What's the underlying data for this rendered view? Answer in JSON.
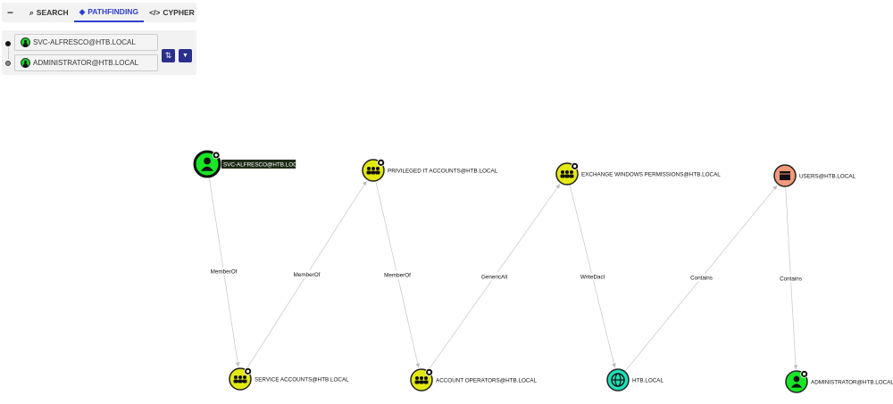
{
  "tabs": {
    "collapse": "−",
    "search": "SEARCH",
    "pathfinding": "PATHFINDING",
    "cypher": "CYPHER"
  },
  "pathfinding": {
    "source": "SVC-ALFRESCO@HTB.LOCAL",
    "target": "ADMINISTRATOR@HTB.LOCAL",
    "swap_icon": "⇅",
    "filter_icon": "▼"
  },
  "colors": {
    "user": "#17e625",
    "group": "#e3e80f",
    "domain": "#1fe0b8",
    "ou": "#f2997a",
    "accent": "#2f3fd0"
  },
  "graph": {
    "nodes": [
      {
        "id": "svc",
        "label": "SVC-ALFRESCO@HTB.LOCAL",
        "type": "user",
        "selected": true,
        "owned": true
      },
      {
        "id": "priv",
        "label": "PRIVILEGED IT ACCOUNTS@HTB.LOCAL",
        "type": "group",
        "owned": true
      },
      {
        "id": "exch",
        "label": "EXCHANGE WINDOWS PERMISSIONS@HTB.LOCAL",
        "type": "group",
        "owned": true
      },
      {
        "id": "users",
        "label": "USERS@HTB.LOCAL",
        "type": "ou",
        "owned": false
      },
      {
        "id": "svcacc",
        "label": "SERVICE ACCOUNTS@HTB.LOCAL",
        "type": "group",
        "owned": true
      },
      {
        "id": "accop",
        "label": "ACCOUNT OPERATORS@HTB.LOCAL",
        "type": "group",
        "owned": true
      },
      {
        "id": "htb",
        "label": "HTB.LOCAL",
        "type": "domain",
        "owned": false
      },
      {
        "id": "admin",
        "label": "ADMINISTRATOR@HTB.LOCAL",
        "type": "user",
        "owned": true
      }
    ],
    "edges": [
      {
        "from": "svc",
        "to": "svcacc",
        "label": "MemberOf"
      },
      {
        "from": "svcacc",
        "to": "priv",
        "label": "MemberOf"
      },
      {
        "from": "priv",
        "to": "accop",
        "label": "MemberOf"
      },
      {
        "from": "accop",
        "to": "exch",
        "label": "GenericAll"
      },
      {
        "from": "exch",
        "to": "htb",
        "label": "WriteDacl"
      },
      {
        "from": "htb",
        "to": "users",
        "label": "Contains"
      },
      {
        "from": "users",
        "to": "admin",
        "label": "Contains"
      }
    ]
  }
}
